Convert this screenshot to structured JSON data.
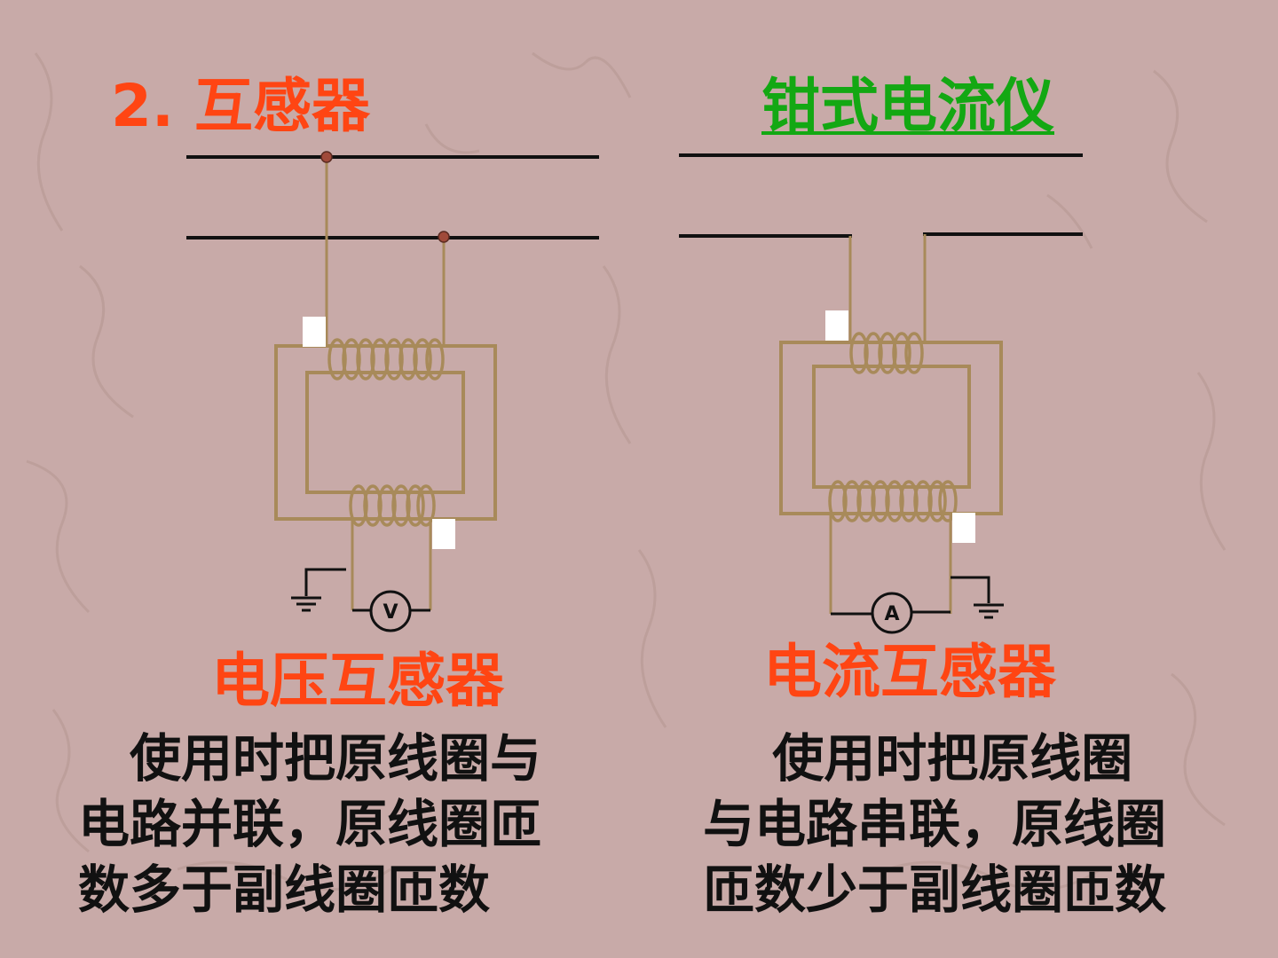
{
  "left": {
    "title": "2. 互感器",
    "label": "电压互感器",
    "description": [
      "　使用时把原线圈与",
      "电路并联，原线圈匝",
      "数多于副线圈匝数"
    ],
    "meter_letter": "V"
  },
  "right": {
    "title": "钳式电流仪",
    "label": "电流互感器",
    "description": [
      "　 使用时把原线圈",
      "与电路串联，原线圈",
      "匝数少于副线圈匝数"
    ],
    "meter_letter": "A"
  },
  "colors": {
    "background": "#c8aaa8",
    "title_accent": "#ff4513",
    "title_green": "#13a813",
    "wire": "#a88a5a",
    "line": "#111111"
  }
}
